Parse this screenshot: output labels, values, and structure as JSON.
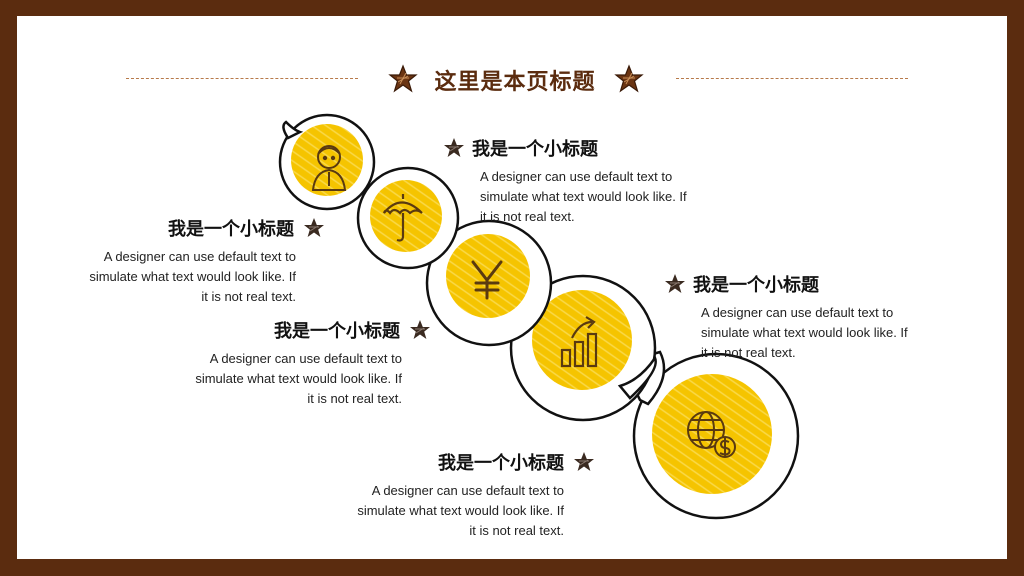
{
  "page": {
    "title": "这里是本页标题",
    "colors": {
      "frame": "#5b2c0f",
      "accent": "#f5c400",
      "star": "#3a2a20"
    }
  },
  "items": [
    {
      "heading": "我是一个小标题",
      "desc": "A designer can use default text to simulate what text would look like. If it is not real text.",
      "icon": "businessman-icon"
    },
    {
      "heading": "我是一个小标题",
      "desc": "A designer can use default text to simulate what text would look like. If it is not real text.",
      "icon": "umbrella-icon"
    },
    {
      "heading": "我是一个小标题",
      "desc": "A designer can use default text to simulate what text would look like. If it is not real text.",
      "icon": "yen-icon"
    },
    {
      "heading": "我是一个小标题",
      "desc": "A designer can use default text to simulate what text would look like. If it is not real text.",
      "icon": "growth-chart-icon"
    },
    {
      "heading": "我是一个小标题",
      "desc": "A designer can use default text to simulate what text would look like. If it is not real text.",
      "icon": "globe-dollar-icon"
    }
  ]
}
